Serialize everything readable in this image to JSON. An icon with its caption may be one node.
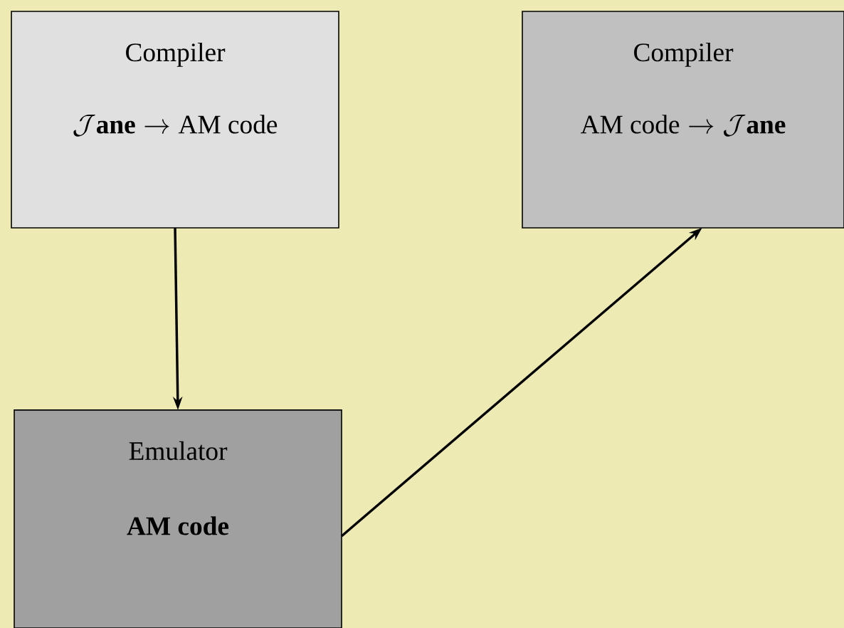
{
  "diagram": {
    "nodes": [
      {
        "text": [
          "Compiler",
          "\\mathcal{J}\\mathbf{ane} \\to \\mathrm{AM\\ code}"
        ]
      },
      {
        "text": [
          "Compiler",
          "\\mathrm{AM\\ code} \\to \\mathcal{J}\\mathbf{ane}"
        ]
      },
      {
        "text": [
          "Emulator",
          "AM code"
        ]
      }
    ],
    "edges": [
      {
        "from": 0,
        "to": 2,
        "arrow": "to"
      },
      {
        "from": 2,
        "to": 1,
        "arrow": "to"
      }
    ]
  }
}
